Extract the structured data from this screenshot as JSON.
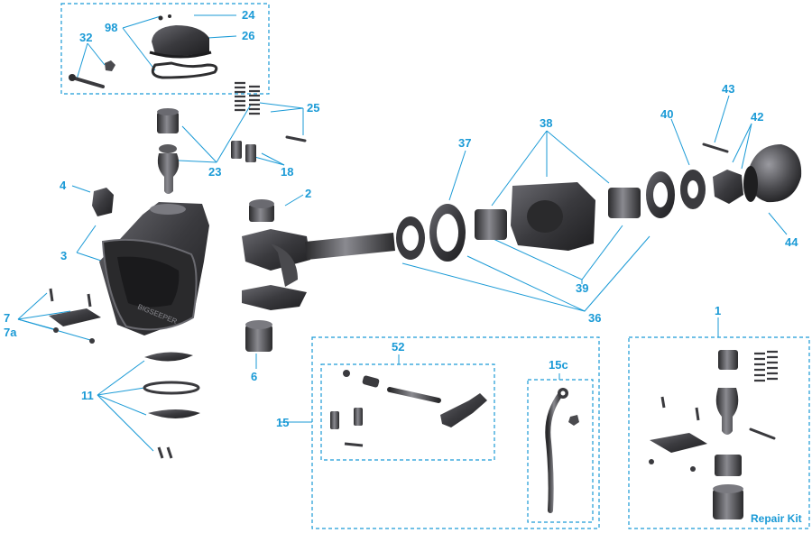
{
  "colors": {
    "callout": "#1a9ad6",
    "part_dark": "#2e2e30",
    "part_mid": "#5a5a5e",
    "part_light": "#9a9aa0"
  },
  "callouts": {
    "c24": "24",
    "c98": "98",
    "c26": "26",
    "c32": "32",
    "c25": "25",
    "c23": "23",
    "c18": "18",
    "c4": "4",
    "c3": "3",
    "c2": "2",
    "c7": "7",
    "c7a": "7a",
    "c6": "6",
    "c11": "11",
    "c37": "37",
    "c38": "38",
    "c40": "40",
    "c43": "43",
    "c42": "42",
    "c44": "44",
    "c39": "39",
    "c36": "36",
    "c52": "52",
    "c15": "15",
    "c15c": "15c",
    "c1": "1"
  },
  "kit_label": "Repair Kit",
  "guard_stamp": "BIGSEEPER"
}
